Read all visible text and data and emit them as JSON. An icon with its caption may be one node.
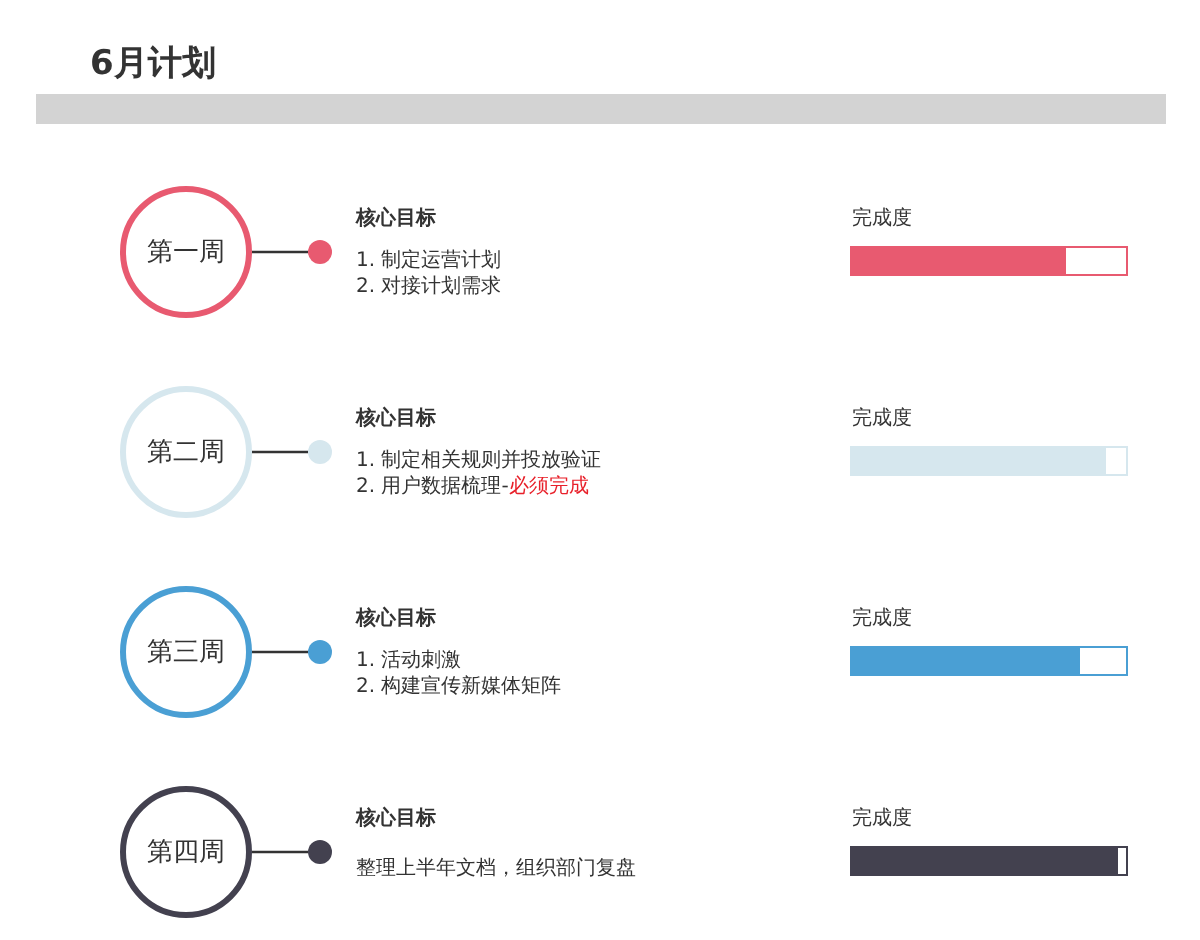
{
  "diagram": {
    "title": "6月计划",
    "nodes": [
      {
        "text": [
          "第一周"
        ]
      },
      {
        "text": [],
        "shape": "circle"
      },
      {
        "text": [
          "完成度"
        ]
      },
      {
        "text": [
          "第二周"
        ]
      },
      {
        "text": [],
        "shape": "circle"
      },
      {
        "text": [
          "完成度"
        ]
      },
      {
        "text": [
          "第三周"
        ]
      },
      {
        "text": [],
        "shape": "circle"
      },
      {
        "text": [
          "完成度"
        ]
      },
      {
        "text": [
          "第四周"
        ]
      },
      {
        "text": [],
        "shape": "circle"
      },
      {
        "text": [
          "完成度"
        ]
      }
    ],
    "edges": [
      {
        "from": 0,
        "to": 1,
        "arrow": "none"
      },
      {
        "from": 3,
        "to": 4,
        "arrow": "none"
      },
      {
        "from": 6,
        "to": 7,
        "arrow": "none"
      },
      {
        "from": 9,
        "to": 10,
        "arrow": "none"
      }
    ],
    "labels": [
      "核心目标",
      "1. 制定运营计划",
      "2. 对接计划需求",
      "核心目标",
      "1.  制定相关规则并投放验证",
      "2.  用户数据梳理-",
      "必须完成",
      "核心目标",
      "1.  活动刺激",
      "2.  构建宣传新媒体矩阵",
      "核心目标",
      "整理上半年文档，组织部门复盘"
    ]
  }
}
